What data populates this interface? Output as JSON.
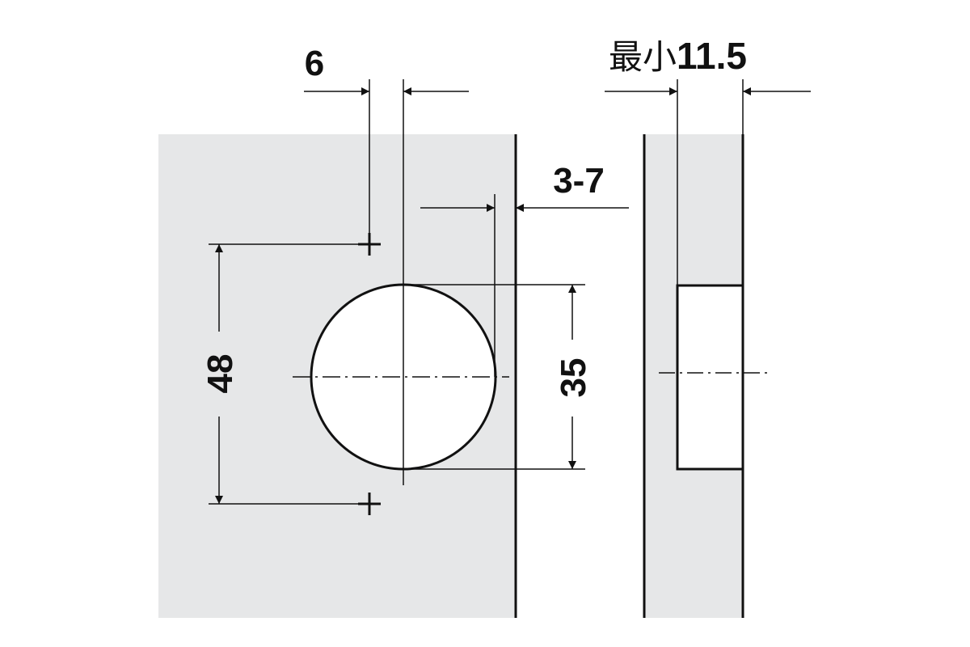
{
  "dimensions": {
    "offset_top": "6",
    "edge_distance": "3-7",
    "hole_spacing": "48",
    "cup_diameter": "35",
    "min_depth_prefix": "最小",
    "min_depth_value": "11.5"
  },
  "colors": {
    "panel_fill": "#e6e7e8",
    "line": "#111111",
    "background": "#ffffff"
  }
}
